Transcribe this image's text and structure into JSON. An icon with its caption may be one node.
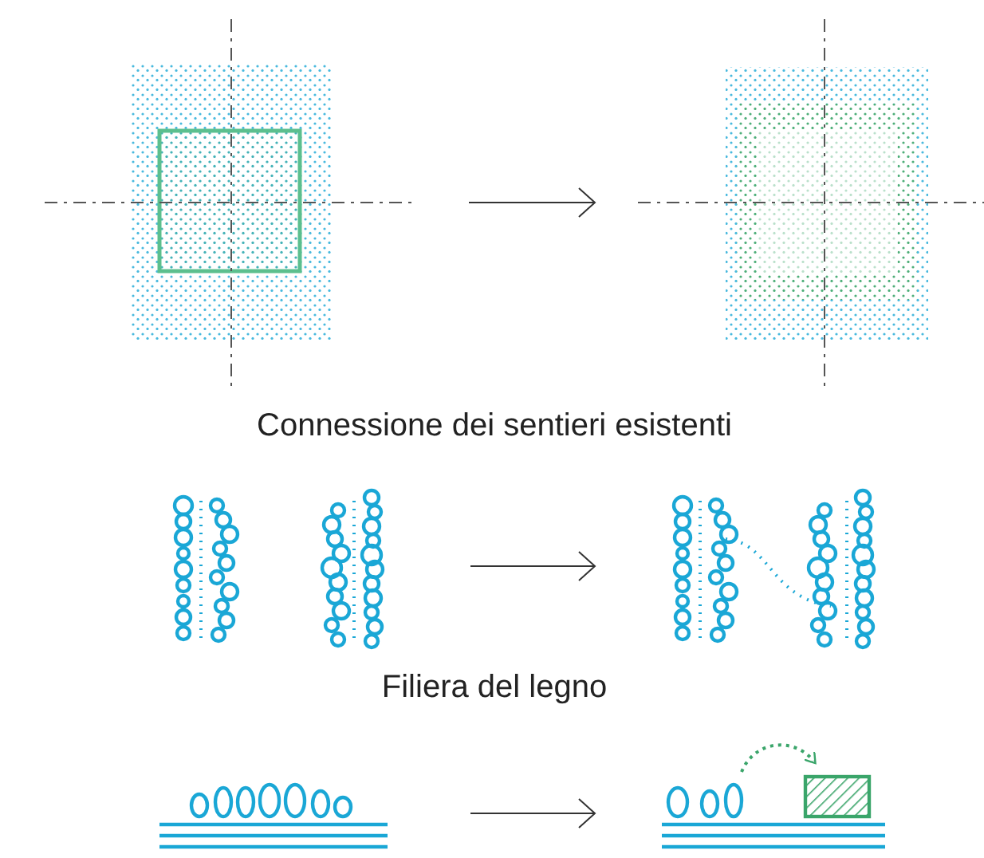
{
  "diagram": {
    "nodes": [
      {
        "text": [],
        "shape": "picture"
      },
      {
        "text": [],
        "shape": "picture"
      },
      {
        "text": [],
        "shape": "picture"
      },
      {
        "text": [],
        "shape": "picture"
      },
      {
        "text": [],
        "shape": "picture"
      },
      {
        "text": [],
        "shape": "picture"
      }
    ],
    "edges": [
      {
        "from": 0,
        "to": 1,
        "arrow": "to"
      },
      {
        "from": 2,
        "to": 3,
        "arrow": "to"
      },
      {
        "from": 4,
        "to": 5,
        "arrow": "to"
      }
    ],
    "labels": [
      "Connessione dei sentieri esistenti",
      "Filiera del legno"
    ]
  }
}
